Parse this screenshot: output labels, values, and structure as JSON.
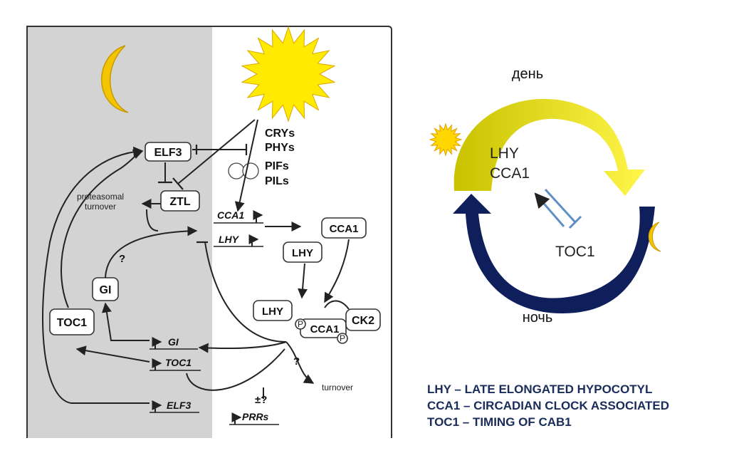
{
  "left_diagram": {
    "proteins": {
      "elf3": "ELF3",
      "ztl": "ZTL",
      "cca1": "CCA1",
      "lhy": "LHY",
      "lhy2": "LHY",
      "cca1p": "CCA1",
      "ck2": "CK2",
      "gi": "GI",
      "toc1": "TOC1"
    },
    "labels": {
      "crys": "CRYs",
      "phys": "PHYs",
      "pifs": "PIFs",
      "pils": "PILs",
      "proteasomal": "proteasomal",
      "turnover_1": "turnover",
      "turnover_2": "turnover",
      "q1": "?",
      "q2": "?",
      "pm": "±?",
      "p1": "P",
      "p2": "P"
    },
    "genes": {
      "cca1": "CCA1",
      "lhy": "LHY",
      "gi": "GI",
      "toc1": "TOC1",
      "elf3": "ELF3",
      "prrs": "PRRs"
    }
  },
  "cycle": {
    "day_label": "день",
    "night_label": "ночь",
    "lhy": "LHY",
    "cca1": "CCA1",
    "toc1": "TOC1"
  },
  "legend": [
    "LHY – LATE ELONGATED HYPOCOTYL",
    "CCA1 – CIRCADIAN CLOCK ASSOCIATED",
    "TOC1 – TIMING OF CAB1"
  ],
  "colors": {
    "night_panel": "#d3d3d3",
    "sun": "#ffea00",
    "moon": "#f5c400",
    "day_arrow": "#f2ef3a",
    "night_arrow": "#0e1f5b",
    "toc1_inhibit": "#5f8fc4",
    "legend_text": "#1a2c5a"
  }
}
